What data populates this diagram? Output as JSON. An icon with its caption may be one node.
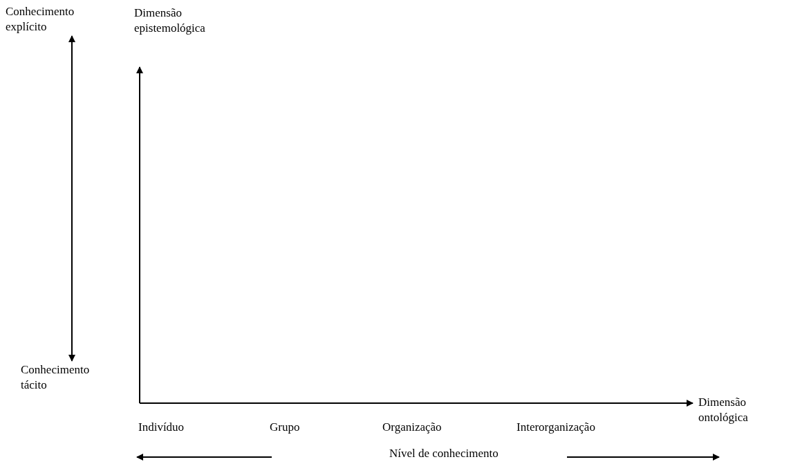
{
  "diagram": {
    "nodes": [
      {
        "text": [
          "Conhecimento explícito"
        ]
      },
      {
        "text": [
          "Conhecimento tácito"
        ]
      }
    ],
    "edges": [
      {
        "from": 0,
        "to": 1,
        "arrow": "both"
      }
    ],
    "labels": [
      "Dimensão epistemológica",
      "Dimensão ontológica",
      "Indivíduo",
      "Grupo",
      "Organização",
      "Interorganização",
      "Nível de conhecimento"
    ]
  }
}
